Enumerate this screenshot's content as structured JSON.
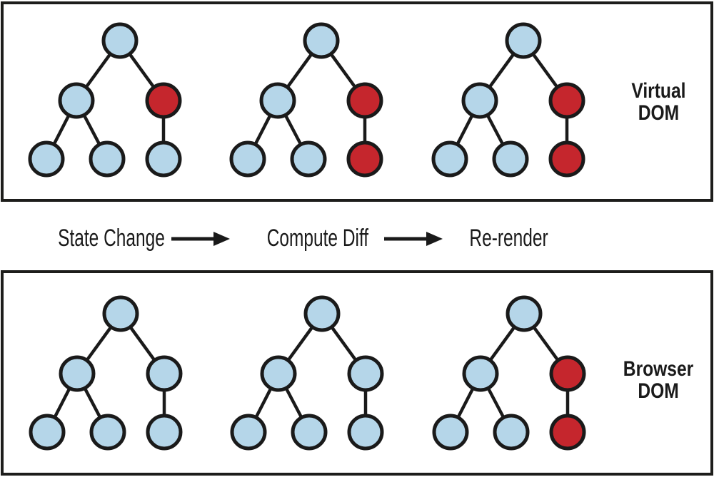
{
  "colors": {
    "background": "#ffffff",
    "panel_border": "#1d1d1b",
    "node_outline": "#1a1a1a",
    "edge": "#1a1a1a",
    "text": "#1a1a1a",
    "node_unchanged": "#b5d6e9",
    "node_changed": "#c5262d"
  },
  "panels": [
    {
      "name": "virtual-dom",
      "label_line1": "Virtual",
      "label_line2": "DOM",
      "trees": [
        {
          "nodes": [
            "unchanged",
            "unchanged",
            "changed",
            "unchanged",
            "unchanged",
            "unchanged"
          ]
        },
        {
          "nodes": [
            "unchanged",
            "unchanged",
            "changed",
            "unchanged",
            "unchanged",
            "changed"
          ]
        },
        {
          "nodes": [
            "unchanged",
            "unchanged",
            "changed",
            "unchanged",
            "unchanged",
            "changed"
          ]
        }
      ]
    },
    {
      "name": "browser-dom",
      "label_line1": "Browser",
      "label_line2": "DOM",
      "trees": [
        {
          "nodes": [
            "unchanged",
            "unchanged",
            "unchanged",
            "unchanged",
            "unchanged",
            "unchanged"
          ]
        },
        {
          "nodes": [
            "unchanged",
            "unchanged",
            "unchanged",
            "unchanged",
            "unchanged",
            "unchanged"
          ]
        },
        {
          "nodes": [
            "unchanged",
            "unchanged",
            "changed",
            "unchanged",
            "unchanged",
            "changed"
          ]
        }
      ]
    }
  ],
  "process": {
    "steps": [
      "State Change",
      "Compute Diff",
      "Re-render"
    ]
  }
}
